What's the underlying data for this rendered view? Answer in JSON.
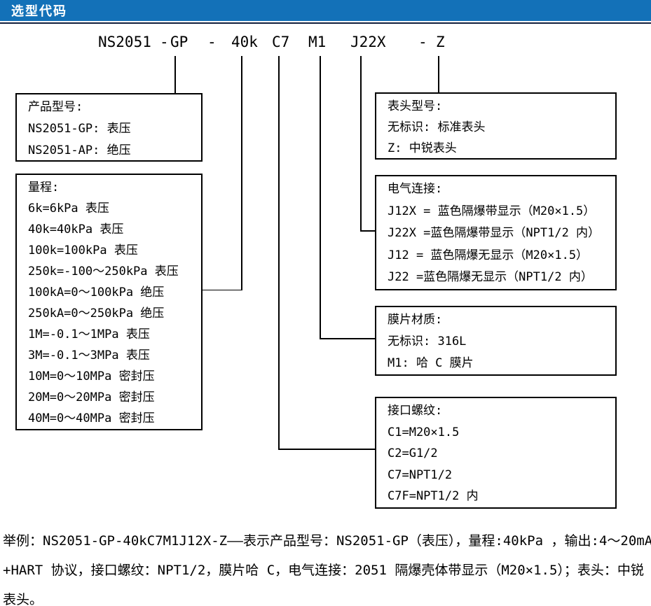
{
  "header": {
    "title": "选型代码"
  },
  "colors": {
    "header_bg": "#1371b8",
    "header_rule": "#121f3d",
    "ink": "#000000"
  },
  "code": {
    "tokens": [
      "NS2051",
      "-",
      "GP",
      "-",
      "40k",
      "C7",
      "M1",
      "J22X",
      "-",
      "Z"
    ]
  },
  "boxes": [
    {
      "id": "product-model",
      "title": "产品型号:",
      "lines": [
        "NS2051-GP: 表压",
        "NS2051-AP: 绝压"
      ]
    },
    {
      "id": "range",
      "title": "量程:",
      "lines": [
        "6k=6kPa 表压",
        "40k=40kPa 表压",
        "100k=100kPa 表压",
        "250k=-100～250kPa 表压",
        "100kA=0～100kPa 绝压",
        "250kA=0～250kPa 绝压",
        "1M=-0.1～1MPa 表压",
        "3M=-0.1～3MPa 表压",
        "10M=0～10MPa 密封压",
        "20M=0～20MPa 密封压",
        "40M=0～40MPa 密封压"
      ]
    },
    {
      "id": "display-head",
      "title": "表头型号:",
      "lines": [
        "无标识: 标准表头",
        "Z: 中锐表头"
      ]
    },
    {
      "id": "electrical-connection",
      "title": "电气连接:",
      "lines": [
        "J12X = 蓝色隔爆带显示（M20×1.5）",
        "J22X =蓝色隔爆带显示（NPT1/2 内）",
        "J12 = 蓝色隔爆无显示（M20×1.5）",
        "J22 =蓝色隔爆无显示（NPT1/2 内）"
      ]
    },
    {
      "id": "diaphragm-material",
      "title": "膜片材质:",
      "lines": [
        "无标识: 316L",
        "M1: 哈 C 膜片"
      ]
    },
    {
      "id": "port-thread",
      "title": "接口螺纹:",
      "lines": [
        "C1=M20×1.5",
        "C2=G1/2",
        "C7=NPT1/2",
        "C7F=NPT1/2 内"
      ]
    }
  ],
  "example": {
    "lines": [
      "举例：NS2051-GP-40kC7M1J12X-Z——表示产品型号：NS2051-GP（表压），量程:40kPa ，输出:4～20mA",
      "+HART 协议，接口螺纹：NPT1/2，膜片哈 C，电气连接：2051 隔爆壳体带显示（M20×1.5）；表头：中锐",
      "表头。"
    ]
  }
}
